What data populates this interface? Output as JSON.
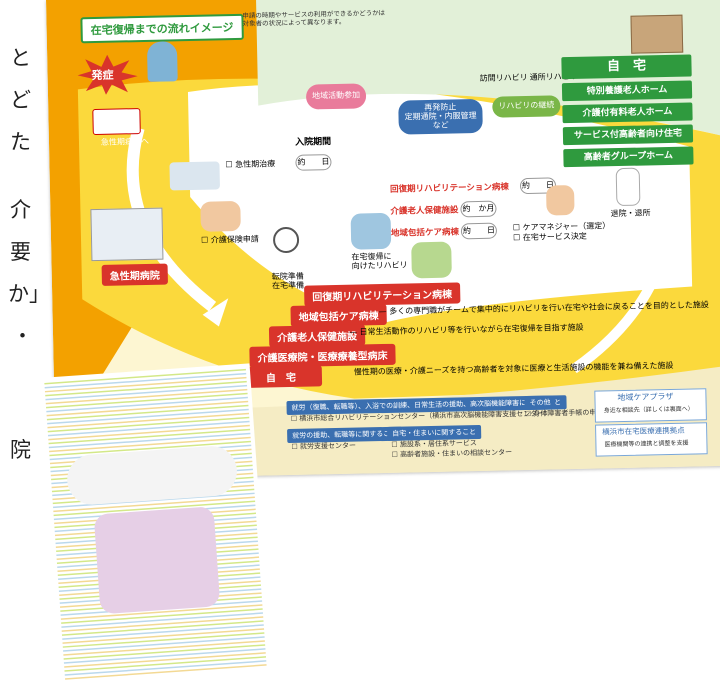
{
  "side_text": [
    "と",
    "ど",
    "た",
    "介",
    "要",
    "か」",
    "・",
    "院"
  ],
  "poster": {
    "title": "在宅復帰までの流れイメージ",
    "note": "申請の時期やサービスの利用ができるかどうかは\n対象者の状況によって異なります。",
    "onset": "発症",
    "to_hospital": "急性期病院へ",
    "acute_hospital": "急性期病院",
    "hospital_checks": [
      "急性期治療",
      "介護保険申請"
    ],
    "stay_heading": "入院期間",
    "stay_pill": "約　　日",
    "activities": [
      "地域活動参加",
      "再発防止\n定期通院・内服管理\nなど",
      "訪問リハビリ",
      "通所リハビリ",
      "リハビリの継続"
    ],
    "transfer_note": "転院準備\n在宅準備",
    "rehab_note": "在宅復帰に\n向けたリハビリ",
    "home_prep": "退院・退所",
    "care_checks": [
      "ケアマネジャー（選定）",
      "在宅サービス決定"
    ],
    "stay_rows": [
      {
        "label": "回復期リハビリテーション病棟",
        "pill": "約　　日"
      },
      {
        "label": "介護老人保健施設",
        "pill": "約　か月"
      },
      {
        "label": "地域包括ケア病棟",
        "pill": "約　　日"
      }
    ],
    "home_header": "自　宅",
    "home_options": [
      "特別養護老人ホーム",
      "介護付有料老人ホーム",
      "サービス付高齢者向け住宅",
      "高齢者グループホーム"
    ],
    "path_steps": [
      {
        "label": "回復期リハビリテーション病棟",
        "desc": ""
      },
      {
        "label": "地域包括ケア病棟",
        "desc": "多くの専門職がチームで集中的にリハビリを行い在宅や社会に戻ることを目的とした施設"
      },
      {
        "label": "介護老人保健施設",
        "desc": "日常生活動作のリハビリ等を行いながら在宅復帰を目指す施設"
      },
      {
        "label": "介護医療院・医療療養型病床",
        "desc": "慢性期の医療・介護ニーズを持つ高齢者を対象に医療と生活施設の機能を兼ね備えた施設"
      },
      {
        "label": "自　宅",
        "desc": ""
      }
    ],
    "info": {
      "header1": "就労（復職、転職等）、入浴での訓練、日常生活の援助、高次脳機能障害に関すること",
      "items1": [
        "横浜市総合リハビリテーションセンター（横浜市高次脳機能障害支援センター）"
      ],
      "header2": "就労の援助、転職等に関すること",
      "items2": [
        "就労支援センター"
      ],
      "header3": "自宅・住まいに関すること",
      "items3": [
        "施設系・居住系サービス",
        "高齢者施設・住まいの相談センター"
      ],
      "header4": "その他",
      "items4": [
        "身体障害者手帳の申請"
      ],
      "plaza_title": "地域ケアプラザ",
      "plaza_desc": "身近な相談先（詳しくは裏面へ）",
      "center_title": "横浜市在宅医療連携拠点",
      "center_desc": "医療機関等の連携と調整を支援"
    }
  },
  "colors": {
    "orange": "#f3a100",
    "yellow": "#fbd93c",
    "red": "#d9342b",
    "green": "#2f9a3e",
    "cream": "#fdf6d2",
    "blue": "#3a6fb0"
  }
}
